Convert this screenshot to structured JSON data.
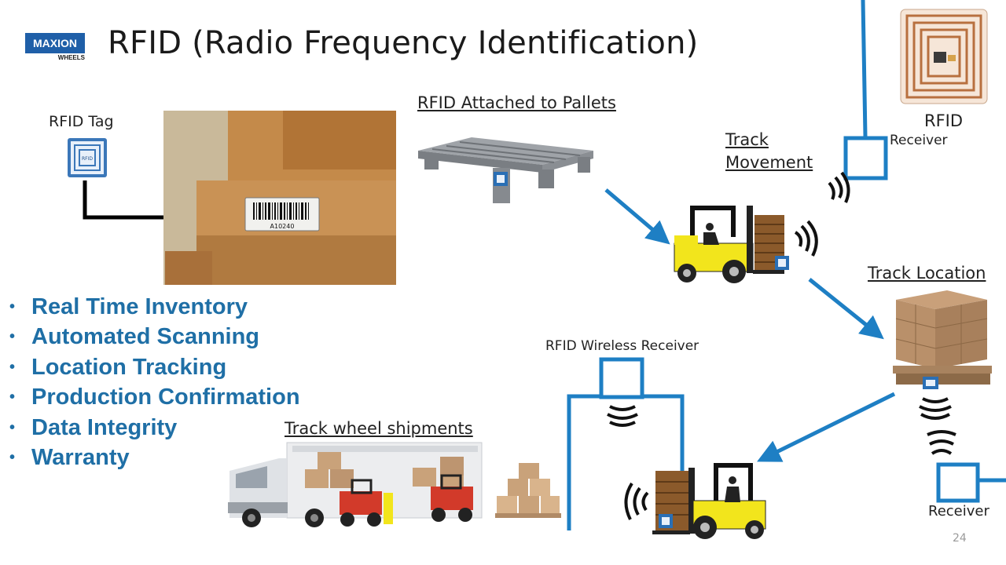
{
  "logo": {
    "brand": "MAXION",
    "sub": "WHEELS"
  },
  "title": "RFID (Radio Frequency Identification)",
  "labels": {
    "rfid_tag": "RFID Tag",
    "pallets": "RFID Attached to Pallets",
    "track_movement_1": "Track",
    "track_movement_2": "Movement",
    "rfid_top": "RFID",
    "receiver_top": "Receiver",
    "track_location": "Track Location",
    "wireless_receiver": "RFID Wireless Receiver",
    "track_shipments": "Track wheel shipments",
    "receiver_bottom": "Receiver"
  },
  "tag_chip_text": "RFID",
  "barcode_text": "A10240",
  "bullets": [
    "Real Time Inventory",
    "Automated Scanning",
    "Location Tracking",
    "Production Confirmation",
    "Data Integrity",
    "Warranty"
  ],
  "page_number": "24",
  "colors": {
    "accent_blue": "#1e7fc4",
    "bullet_blue": "#1f6fa6",
    "forklift_yellow": "#f2e51c"
  }
}
